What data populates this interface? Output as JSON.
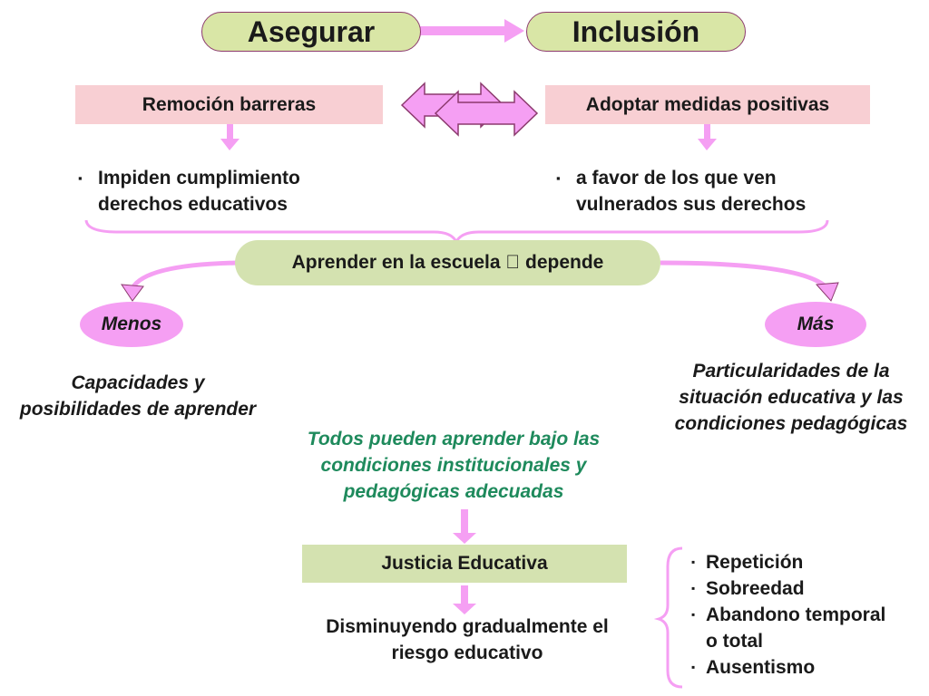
{
  "top": {
    "left_title": "Asegurar",
    "right_title": "Inclusión"
  },
  "row2": {
    "left_box": "Remoción barreras",
    "right_box": "Adoptar medidas positivas"
  },
  "bullets": {
    "left": [
      "Impiden cumplimiento",
      "derechos educativos"
    ],
    "right": [
      "a favor de los que ven",
      "vulnerados sus derechos"
    ]
  },
  "center_pill": "Aprender en la escuela   depende",
  "menos": {
    "label": "Menos",
    "text": [
      "Capacidades y",
      "posibilidades de aprender"
    ]
  },
  "mas": {
    "label": "Más",
    "text": [
      "Particularidades de la",
      "situación educativa y las",
      "condiciones pedagógicas"
    ]
  },
  "middle_text": [
    "Todos pueden aprender bajo las",
    "condiciones institucionales y",
    "pedagógicas adecuadas"
  ],
  "justicia": "Justicia Educativa",
  "bottom_text": [
    "Disminuyendo gradualmente el",
    "riesgo educativo"
  ],
  "risk_list": [
    "Repetición",
    "Sobreedad",
    "Abandono temporal",
    "o total",
    "Ausentismo"
  ],
  "colors": {
    "pill_green": "#d9e6a6",
    "box_green": "#d4e2b0",
    "box_pink": "#f8cfd3",
    "accent_magenta": "#f59ff3",
    "teal_text": "#1e8a5c"
  }
}
